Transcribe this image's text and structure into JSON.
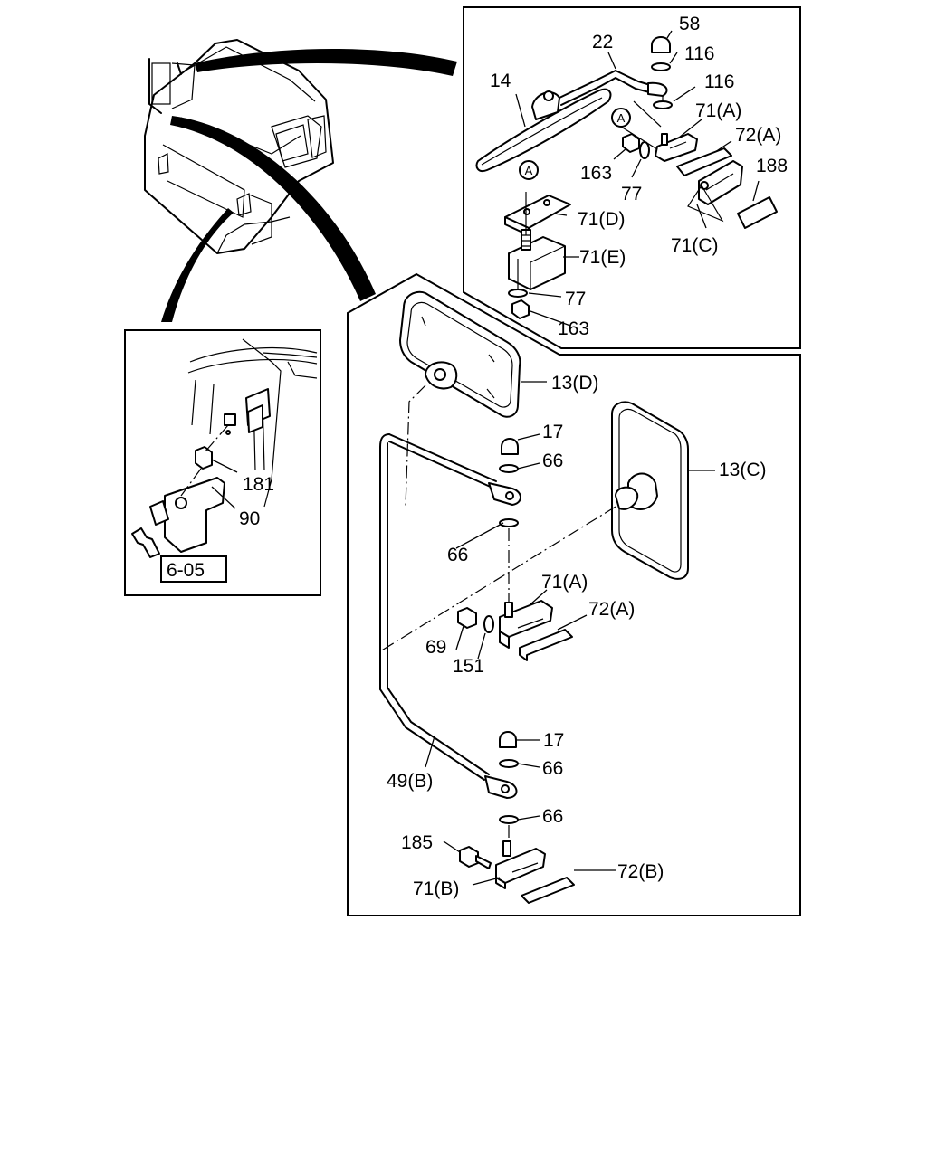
{
  "detail_top_right": {
    "labels": {
      "p58": "58",
      "p22": "22",
      "p116a": "116",
      "p116b": "116",
      "p14": "14",
      "p71a": "71(A)",
      "p72a": "72(A)",
      "pA1": "A",
      "p163a": "163",
      "p77a": "77",
      "p188": "188",
      "pA2": "A",
      "p71d": "71(D)",
      "p71c": "71(C)",
      "p71e": "71(E)",
      "p77b": "77",
      "p163b": "163"
    }
  },
  "detail_left": {
    "labels": {
      "p181": "181",
      "p90": "90",
      "ref": "6-05"
    }
  },
  "detail_main": {
    "labels": {
      "p13d": "13(D)",
      "p17a": "17",
      "p66a": "66",
      "p13c": "13(C)",
      "p66b": "66",
      "p71a": "71(A)",
      "p72a": "72(A)",
      "p69": "69",
      "p151": "151",
      "p17b": "17",
      "p66c": "66",
      "p49b": "49(B)",
      "p66d": "66",
      "p185": "185",
      "p72b": "72(B)",
      "p71b": "71(B)"
    }
  }
}
